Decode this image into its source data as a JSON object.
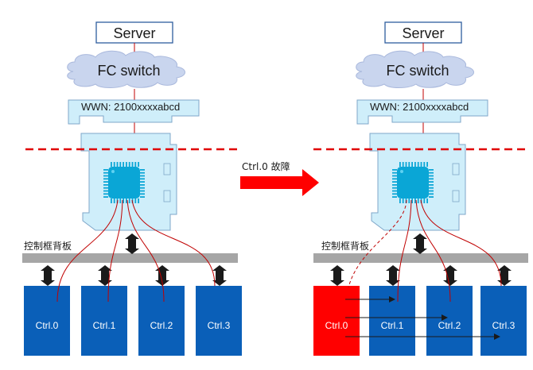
{
  "server_label": "Server",
  "switch_label": "FC switch",
  "wwn_label": "WWN: 2100xxxxabcd",
  "backplane_label": "控制框背板",
  "failover_label": "Ctrl.0 故障",
  "controllers": [
    "Ctrl.0",
    "Ctrl.1",
    "Ctrl.2",
    "Ctrl.3"
  ],
  "colors": {
    "controller": "#0a5fb8",
    "failed_controller": "#ff0000",
    "link": "#c00000",
    "chip": "#0aa6d6",
    "hba": "#cfeefa",
    "cloud": "#c9d5ee",
    "backplane": "#a6a6a6",
    "arrow": "#ff0000"
  },
  "failed_index": 0
}
